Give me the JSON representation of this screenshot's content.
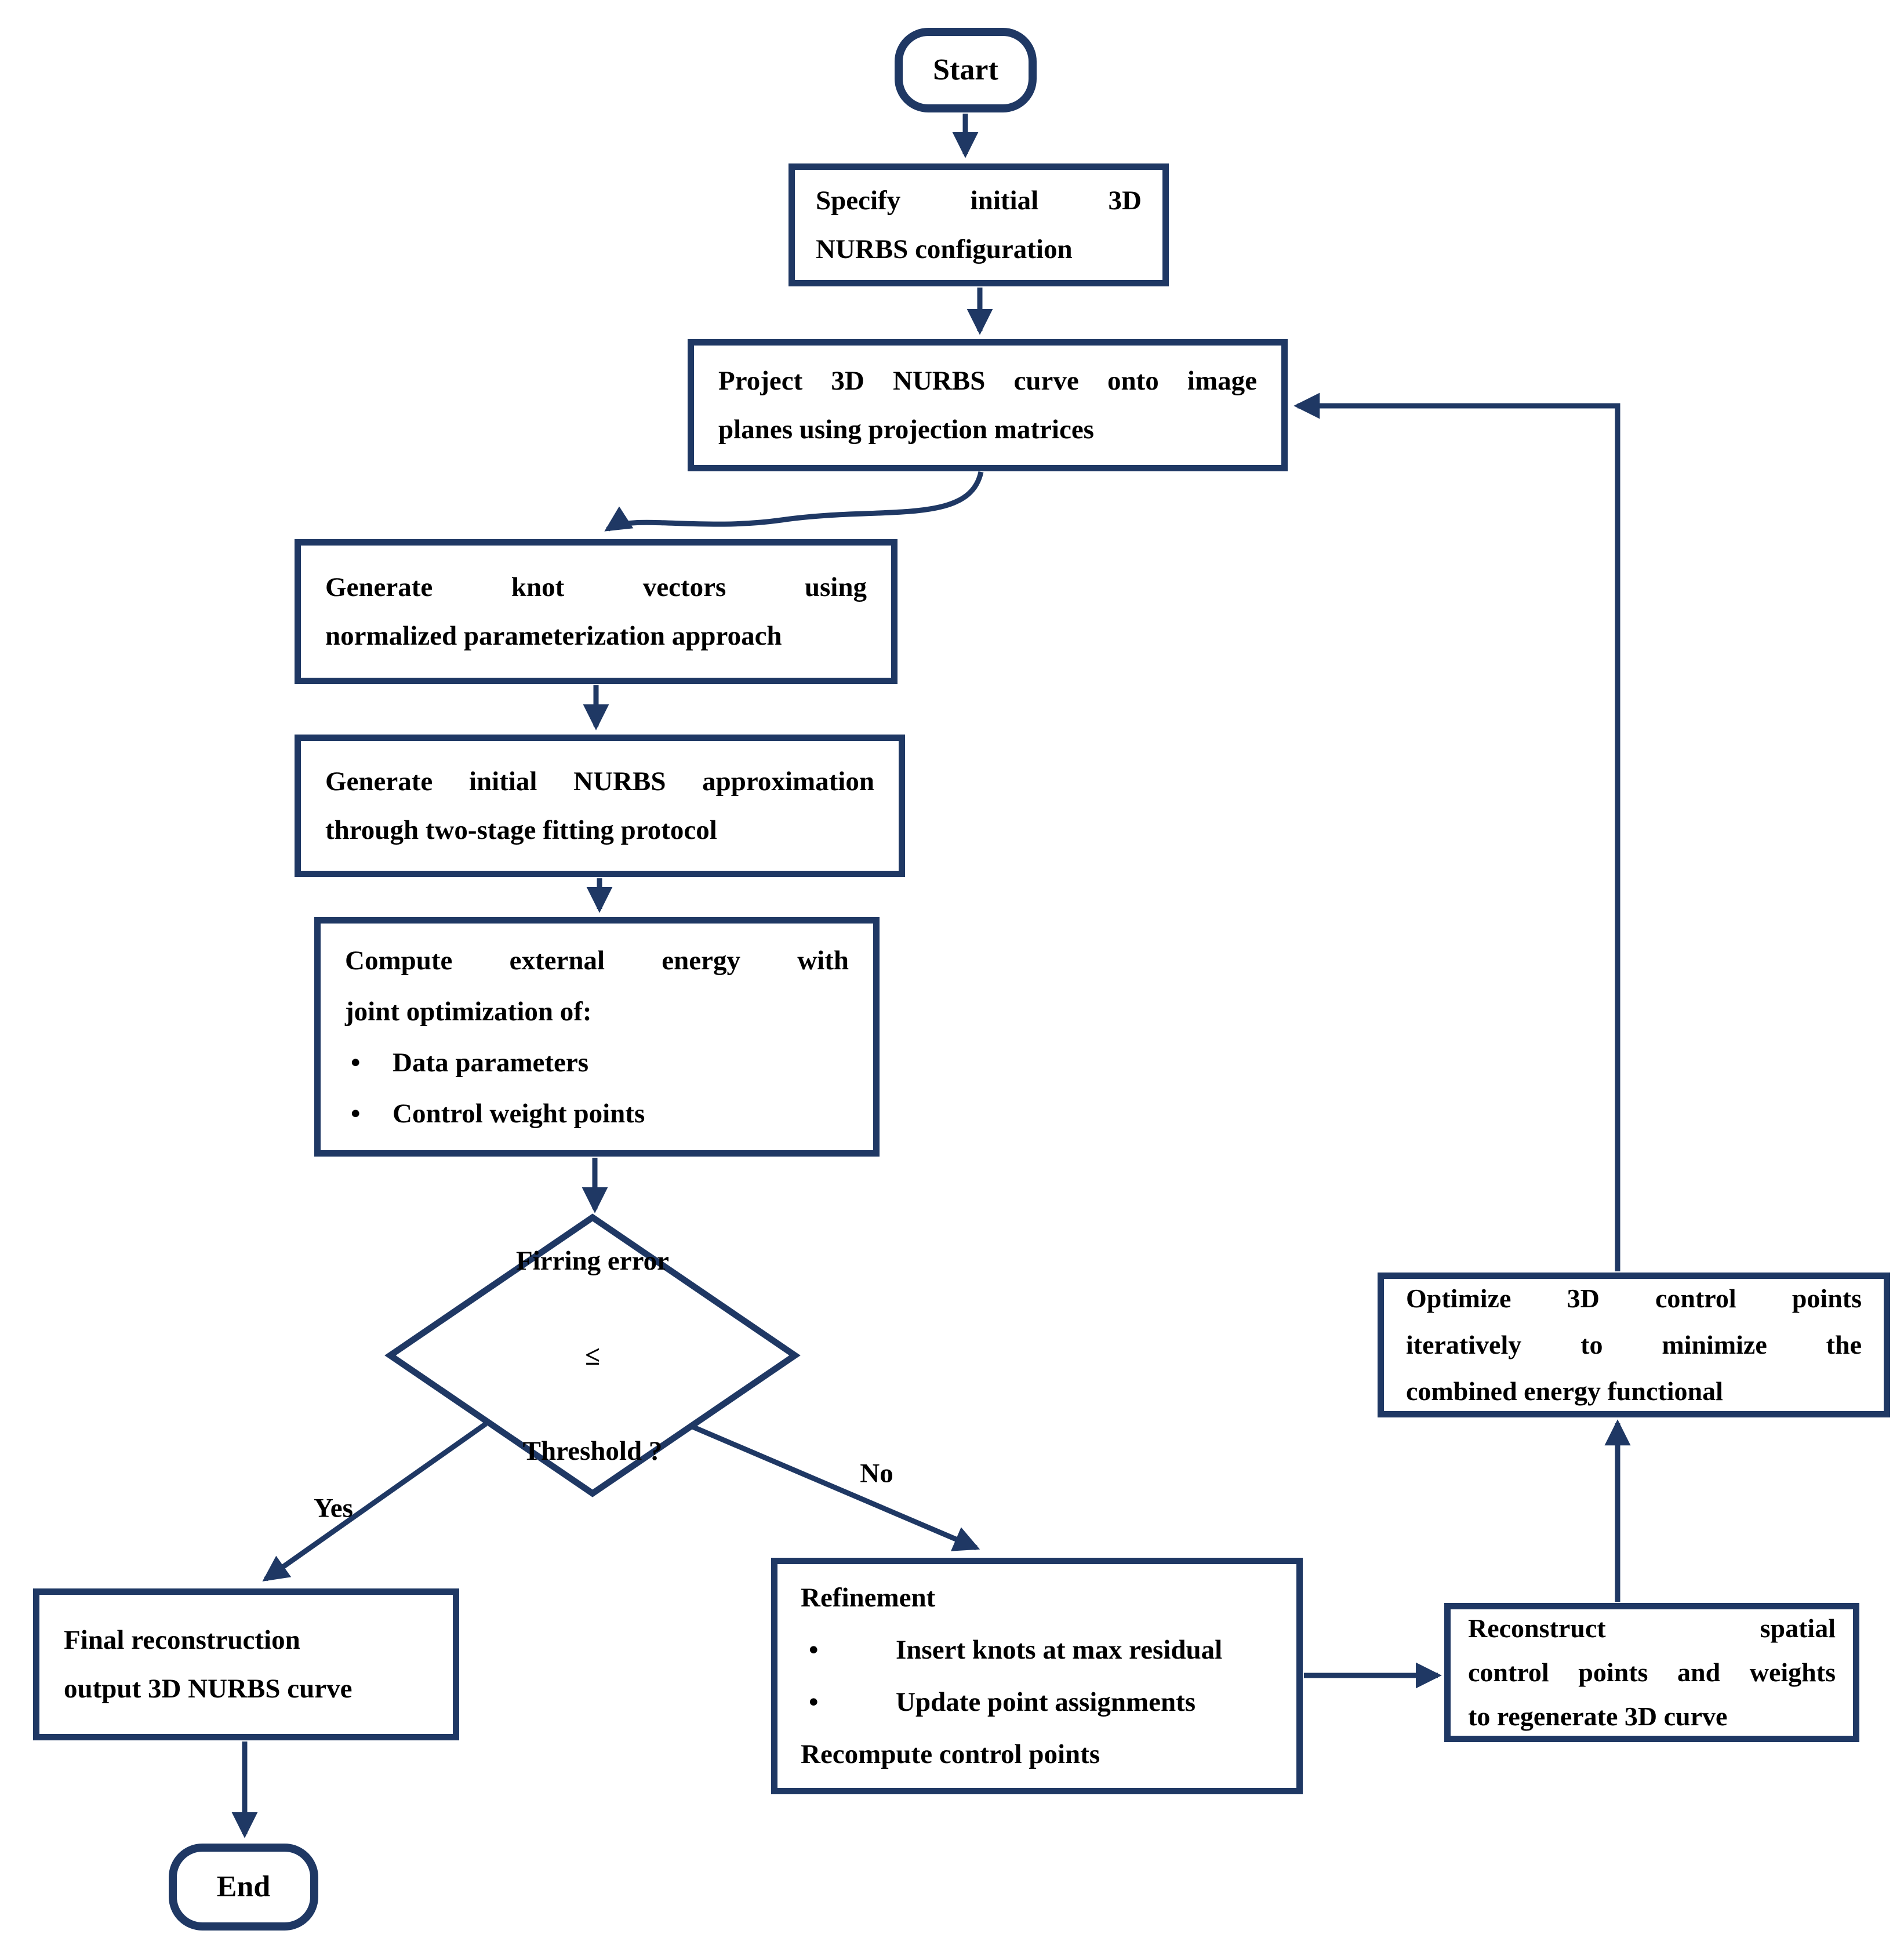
{
  "diagram": {
    "title": "3D NURBS curve reconstruction flowchart",
    "accent_color": "#1f3864",
    "background_color": "#ffffff",
    "text_color": "#000000",
    "bullet_char": "•",
    "nodes": {
      "start": {
        "label": "Start"
      },
      "specify": {
        "lines": [
          "Specify initial 3D",
          "NURBS configuration"
        ]
      },
      "project": {
        "lines": [
          "Project 3D NURBS curve onto image",
          "planes using projection matrices"
        ]
      },
      "knot": {
        "lines": [
          "Generate knot vectors using",
          "normalized parameterization approach"
        ]
      },
      "initfit": {
        "lines": [
          "Generate initial NURBS approximation",
          "through two-stage fitting protocol"
        ]
      },
      "compute": {
        "heading": "Compute external energy with",
        "subheading": "joint optimization of:",
        "bullets": [
          "Data parameters",
          "Control weight points"
        ]
      },
      "decision": {
        "lines": [
          "Firring error",
          "≤",
          "Threshold ?"
        ]
      },
      "final": {
        "lines": [
          "Final reconstruction",
          "output 3D NURBS curve"
        ]
      },
      "end": {
        "label": "End"
      },
      "refine": {
        "heading": "Refinement",
        "bullets": [
          "Insert knots at max residual",
          "Update point assignments"
        ],
        "footer": "Recompute control points"
      },
      "reconstruct": {
        "lines": [
          "Reconstruct spatial",
          "control points and weights",
          "to regenerate 3D curve"
        ]
      },
      "optimize": {
        "lines": [
          "Optimize 3D control points",
          "iteratively to minimize the",
          "combined energy functional"
        ]
      }
    },
    "edges": {
      "yes_label": "Yes",
      "no_label": "No"
    }
  }
}
